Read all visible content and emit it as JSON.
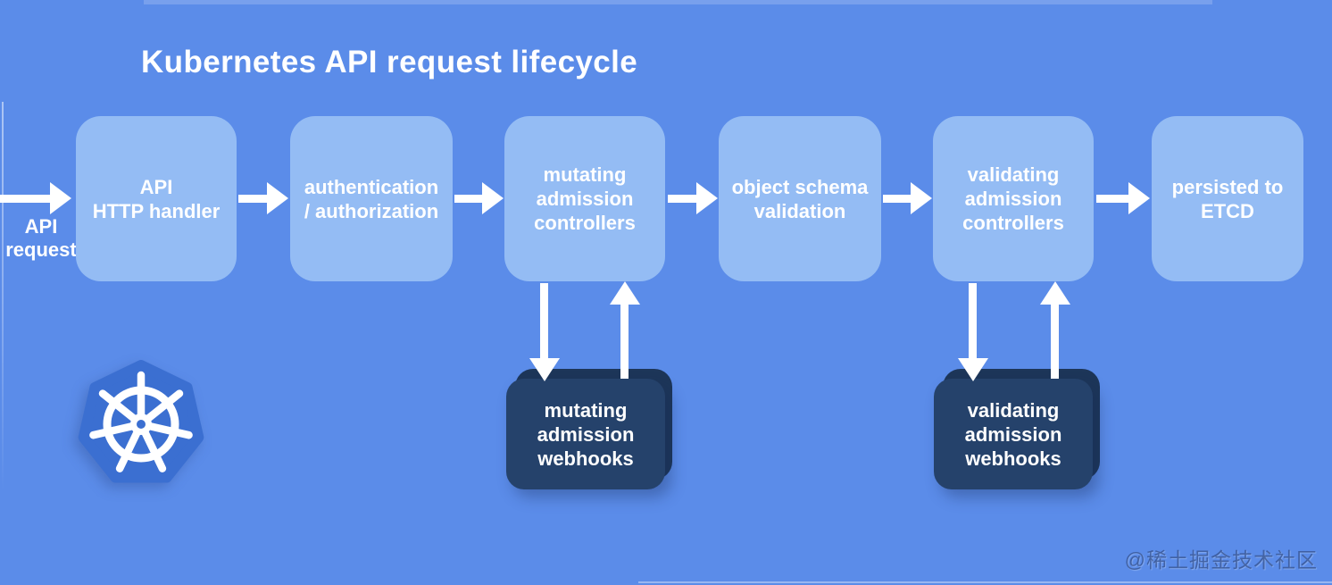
{
  "title": "Kubernetes API request lifecycle",
  "input_label": "API\nrequest",
  "flow": {
    "steps": [
      {
        "label": "API\nHTTP handler"
      },
      {
        "label": "authentication\n/ authorization"
      },
      {
        "label": "mutating\nadmission\ncontrollers"
      },
      {
        "label": "object schema\nvalidation"
      },
      {
        "label": "validating\nadmission\ncontrollers"
      },
      {
        "label": "persisted to\nETCD"
      }
    ]
  },
  "webhooks": [
    {
      "label": "mutating\nadmission\nwebhooks"
    },
    {
      "label": "validating\nadmission\nwebhooks"
    }
  ],
  "watermark": "@稀土掘金技术社区",
  "icons": {
    "logo": "kubernetes-logo"
  },
  "colors": {
    "background": "#5b8ce9",
    "step_box": "#94bcf4",
    "webhook_front": "#25426b",
    "webhook_back": "#1d3659",
    "logo_heptagon": "#3b6fd1",
    "arrow": "#ffffff",
    "title_text": "#ffffff"
  }
}
